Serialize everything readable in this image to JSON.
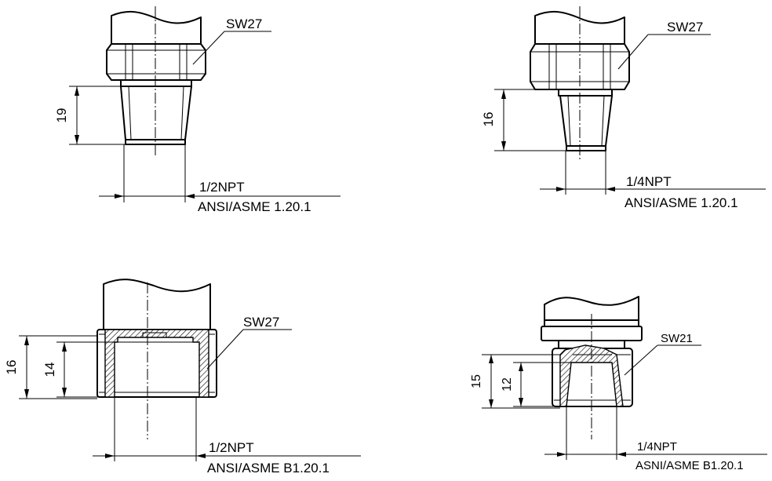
{
  "drawings": [
    {
      "wrench": "SW27",
      "dim": "19",
      "thread": "1/2NPT",
      "standard": "ANSI/ASME 1.20.1"
    },
    {
      "wrench": "SW27",
      "dim": "16",
      "thread": "1/4NPT",
      "standard": "ANSI/ASME 1.20.1"
    },
    {
      "wrench": "SW27",
      "dim_outer": "16",
      "dim_inner": "14",
      "thread": "1/2NPT",
      "standard": "ANSI/ASME B1.20.1"
    },
    {
      "wrench": "SW21",
      "dim_outer": "15",
      "dim_inner": "12",
      "thread": "1/4NPT",
      "standard": "ASNI/ASME B1.20.1"
    }
  ],
  "colors": {
    "line": "#000000",
    "background": "#ffffff"
  }
}
